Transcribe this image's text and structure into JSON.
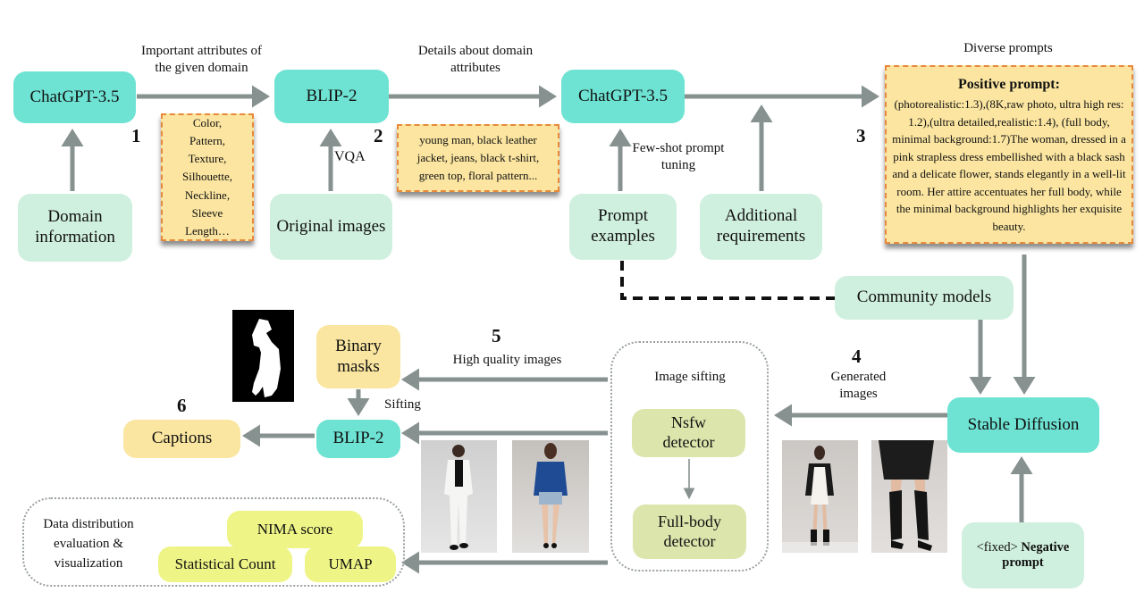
{
  "nodes": {
    "chatgpt_1": "ChatGPT-3.5",
    "blip2_top": "BLIP-2",
    "chatgpt_2": "ChatGPT-3.5",
    "domain_information": "Domain information",
    "original_images": "Original images",
    "prompt_examples": "Prompt examples",
    "additional_requirements": "Additional requirements",
    "community_models": "Community models",
    "stable_diffusion": "Stable Diffusion",
    "negative_prompt_prefix": "<fixed>",
    "negative_prompt_bold": "Negative prompt",
    "binary_masks": "Binary masks",
    "blip2_bottom": "BLIP-2",
    "captions": "Captions",
    "nsfw_detector": "Nsfw detector",
    "fullbody_detector": "Full-body detector",
    "nima_score": "NIMA score",
    "statistical_count": "Statistical Count",
    "umap": "UMAP"
  },
  "labels": {
    "important_attributes": "Important attributes of the given domain",
    "details_about": "Details about domain attributes",
    "diverse_prompts": "Diverse prompts",
    "vqa": "VQA",
    "few_shot": "Few-shot prompt tuning",
    "generated_images": "Generated images",
    "high_quality_images": "High quality images",
    "sifting": "Sifting",
    "image_sifting": "Image sifting",
    "data_distribution": "Data distribution evaluation & visualization"
  },
  "step_numbers": [
    "1",
    "2",
    "3",
    "4",
    "5",
    "6"
  ],
  "notes": {
    "attributes_list": [
      "Color,",
      "Pattern,",
      "Texture,",
      "Silhouette,",
      "Neckline,",
      "Sleeve",
      "Length…"
    ],
    "details_text": "young man, black leather jacket, jeans, black t-shirt, green top, floral pattern...",
    "positive_prompt_title": "Positive prompt:",
    "positive_prompt_text": "(photorealistic:1.3),(8K,raw photo, ultra high res: 1.2),(ultra detailed,realistic:1.4), (full body, minimal background:1.7)The woman, dressed in a pink strapless dress embellished with a black sash and a delicate flower, stands elegantly in a well-lit room. Her attire accentuates her full body, while the minimal background highlights her exquisite beauty."
  },
  "images": {
    "binary_mask": "binary-mask-silhouette",
    "sample_man_white_suit": "man in white suit, black t-shirt",
    "sample_woman_blue_sweater": "woman in blue sweater, denim shorts",
    "generated_woman_leather_jacket": "woman in black leather jacket, white dress",
    "generated_leather_skirt_boots": "black leather skirt and thigh-high boots"
  },
  "colors": {
    "teal_node": "#6ee3d3",
    "mint_node": "#d0f0df",
    "sand_node": "#fae6a0",
    "olive_node": "#dbe5ac",
    "lime_node": "#eef586",
    "arrow": "#869190",
    "note_border": "#e8893a"
  }
}
